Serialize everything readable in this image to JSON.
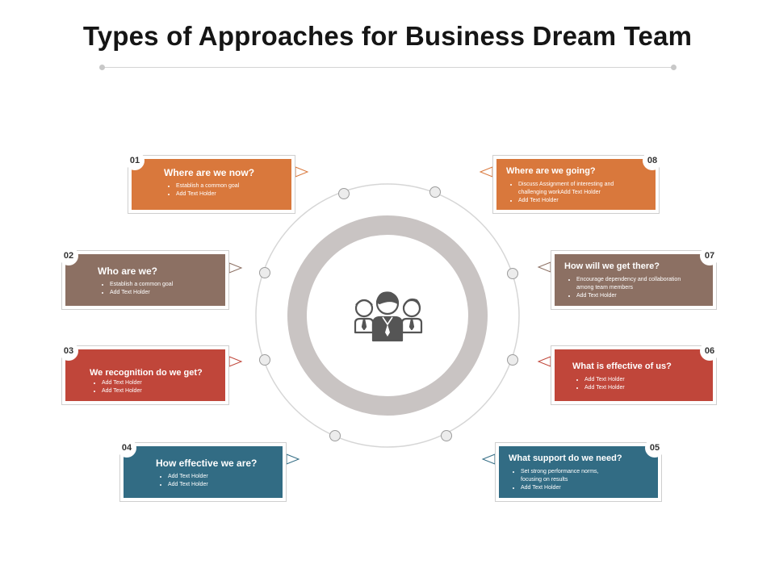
{
  "title": "Types of Approaches for Business Dream Team",
  "colors": {
    "orange": "#d9783c",
    "brown": "#8c7063",
    "red": "#c0463a",
    "teal": "#326c84",
    "ring": "#c9c4c3"
  },
  "center_icon": "team-icon",
  "steps": [
    {
      "num": "01",
      "title": "Where are we now?",
      "bullets": [
        "Establish a common goal",
        "Add Text Holder"
      ]
    },
    {
      "num": "02",
      "title": "Who are we?",
      "bullets": [
        "Establish a common goal",
        "Add Text Holder"
      ]
    },
    {
      "num": "03",
      "title": "We recognition do we get?",
      "bullets": [
        "Add Text Holder",
        "Add Text Holder"
      ]
    },
    {
      "num": "04",
      "title": "How effective we are?",
      "bullets": [
        "Add Text Holder",
        "Add Text Holder"
      ]
    },
    {
      "num": "05",
      "title": "What support do we need?",
      "bullets": [
        "Set strong performance norms, focusing on results",
        "Add Text Holder"
      ]
    },
    {
      "num": "06",
      "title": "What is effective of us?",
      "bullets": [
        "Add Text Holder",
        "Add Text Holder"
      ]
    },
    {
      "num": "07",
      "title": "How will we get there?",
      "bullets": [
        "Encourage dependency and collaboration among team members",
        "Add Text Holder"
      ]
    },
    {
      "num": "08",
      "title": "Where are we going?",
      "bullets": [
        "Discuss Assignment of interesting and challenging workAdd Text Holder",
        "Add Text Holder"
      ]
    }
  ]
}
